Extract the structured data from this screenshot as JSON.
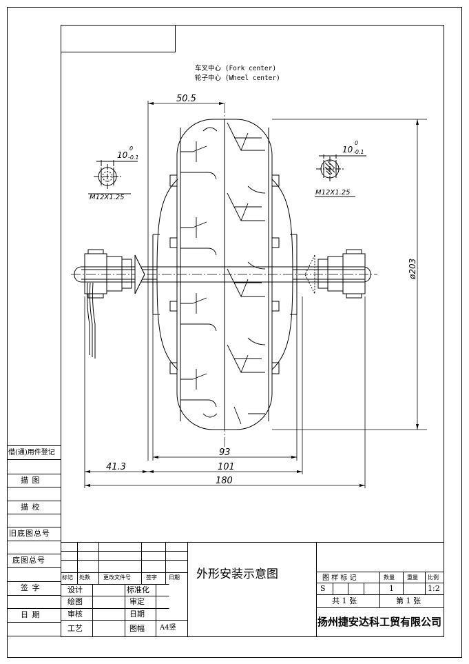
{
  "notes": {
    "fork_center": "车叉中心 (Fork center)",
    "wheel_center": "轮子中心 (Wheel center)"
  },
  "dimensions": {
    "d_50_5": "50.5",
    "d_10_left": "10",
    "d_10_right": "10",
    "tol_upper": "0",
    "tol_lower": "-0.1",
    "thread_left": "M12X1.25",
    "thread_right": "M12X1.25",
    "diameter": "ø203",
    "d_93": "93",
    "d_41_3": "41.3",
    "d_101": "101",
    "d_180": "180"
  },
  "side_labels": {
    "borrow": "借(通)用件登记",
    "trace": "描 图",
    "trace_check": "描 校",
    "old_base": "旧底图总号",
    "base": "底图总号",
    "sign": "签 字",
    "date": "日 期"
  },
  "title_block": {
    "h_mark": "标记",
    "h_count": "处数",
    "h_change_doc": "更改文件号",
    "h_sign": "签字",
    "h_date": "日期",
    "design": "设计",
    "drawing": "绘图",
    "review": "审核",
    "craft": "工艺",
    "standardize": "标准化",
    "approve": "审定",
    "date2": "日期",
    "sheet_size_label": "图幅",
    "sheet_size": "A4竖",
    "drawing_title": "外形安装示意图",
    "sample_mark": "图 样 标 记",
    "qty_label": "数量",
    "weight_label": "重量",
    "scale_label": "比例",
    "sample_value": "S",
    "qty_value": "1",
    "scale_value": "1:2",
    "total_sheets": "共 1 张",
    "sheet_no": "第 1 张",
    "company": "扬州捷安达科工贸有限公司"
  }
}
